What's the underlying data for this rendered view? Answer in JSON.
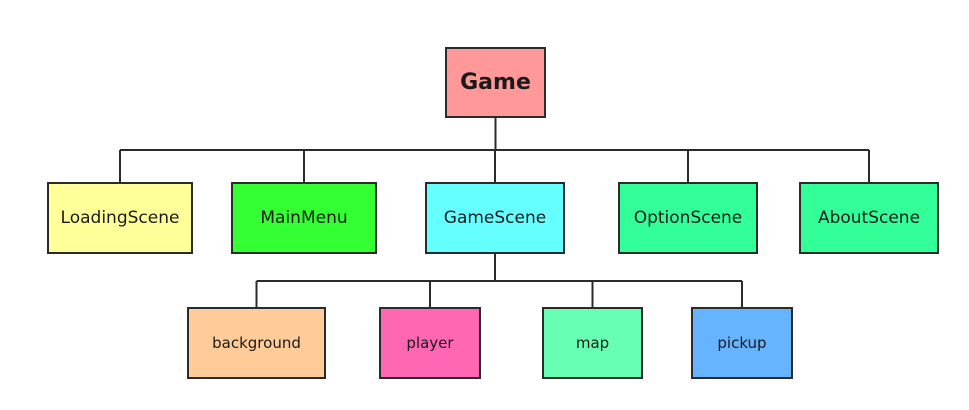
{
  "nodes": {
    "game": {
      "label": "Game",
      "color": "#ff9999"
    },
    "loading": {
      "label": "LoadingScene",
      "color": "#ffff99"
    },
    "mainmenu": {
      "label": "MainMenu",
      "color": "#33ff33"
    },
    "gamescene": {
      "label": "GameScene",
      "color": "#66ffff"
    },
    "option": {
      "label": "OptionScene",
      "color": "#33ff99"
    },
    "about": {
      "label": "AboutScene",
      "color": "#33ff99"
    },
    "background": {
      "label": "background",
      "color": "#ffcc99"
    },
    "player": {
      "label": "player",
      "color": "#ff66b3"
    },
    "map": {
      "label": "map",
      "color": "#66ffb3"
    },
    "pickup": {
      "label": "pickup",
      "color": "#66b3ff"
    }
  },
  "edges": [
    [
      "game",
      "loading"
    ],
    [
      "game",
      "mainmenu"
    ],
    [
      "game",
      "gamescene"
    ],
    [
      "game",
      "option"
    ],
    [
      "game",
      "about"
    ],
    [
      "gamescene",
      "background"
    ],
    [
      "gamescene",
      "player"
    ],
    [
      "gamescene",
      "map"
    ],
    [
      "gamescene",
      "pickup"
    ]
  ],
  "line_color": "#2b2b2b"
}
